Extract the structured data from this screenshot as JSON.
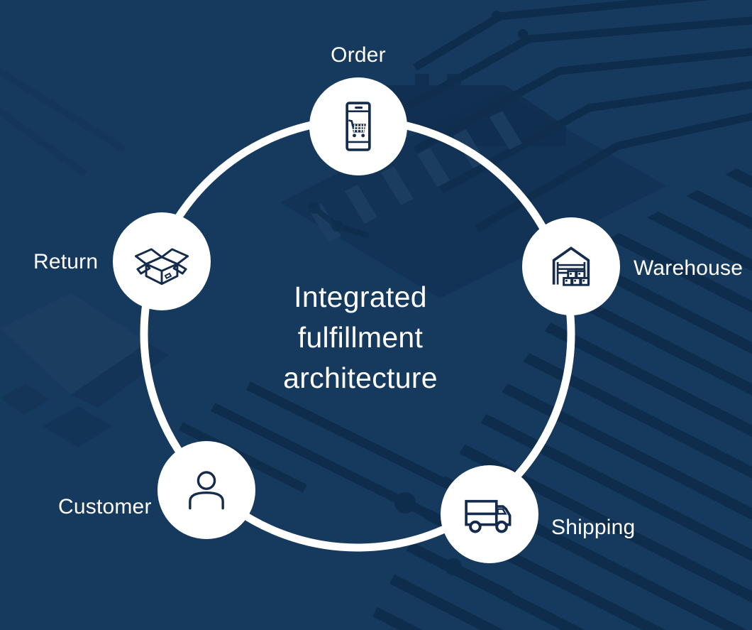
{
  "title": {
    "text": "Integrated fulfillment architecture"
  },
  "nodes": [
    {
      "id": "order",
      "label": "Order",
      "icon": "smartphone-cart-icon"
    },
    {
      "id": "warehouse",
      "label": "Warehouse",
      "icon": "warehouse-icon"
    },
    {
      "id": "shipping",
      "label": "Shipping",
      "icon": "delivery-truck-icon"
    },
    {
      "id": "customer",
      "label": "Customer",
      "icon": "person-icon"
    },
    {
      "id": "return",
      "label": "Return",
      "icon": "open-box-icon"
    }
  ],
  "colors": {
    "background": "#163a5d",
    "circuit_trace_dark": "#0e2c4b",
    "circuit_highlight": "#1d4166",
    "ring": "#ffffff",
    "node_fill": "#ffffff",
    "icon_stroke": "#142b4c",
    "text": "#ffffff"
  }
}
